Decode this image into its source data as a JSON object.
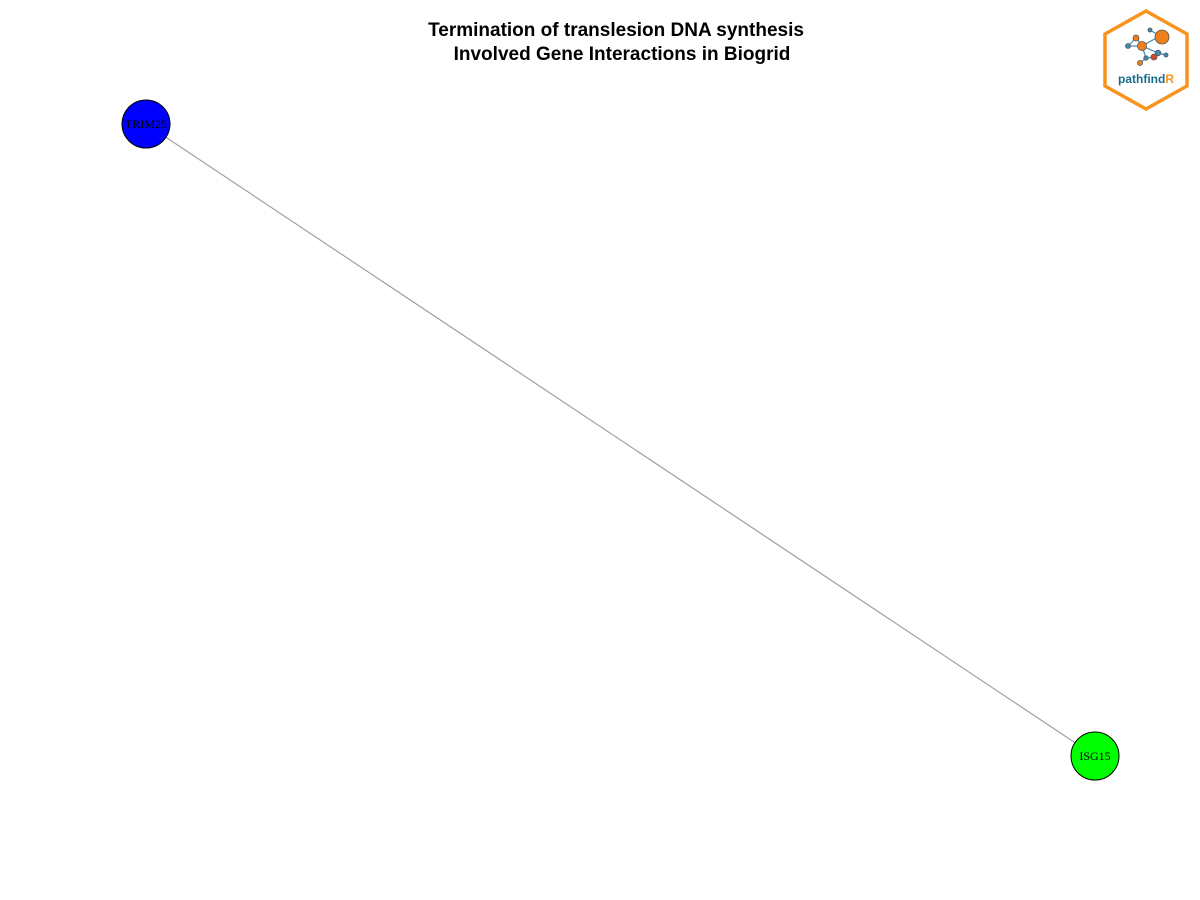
{
  "title": {
    "line1": "Termination of translesion DNA synthesis",
    "line2": "Involved Gene Interactions in Biogrid"
  },
  "graph": {
    "nodes": [
      {
        "id": "TRIM25",
        "label": "TRIM25",
        "color": "#0000ff",
        "label_color": "#000000"
      },
      {
        "id": "ISG15",
        "label": "ISG15",
        "color": "#00ff00",
        "label_color": "#000000"
      }
    ],
    "edges": [
      {
        "source": "TRIM25",
        "target": "ISG15",
        "color": "#a0a0a0"
      }
    ]
  },
  "logo": {
    "text_main": "pathfind",
    "text_accent": "R",
    "colors": {
      "border": "#f7931e",
      "main_text": "#1a6b8a",
      "accent_text": "#f7931e",
      "node_orange": "#f07f1a",
      "node_blue": "#3d8cb8",
      "node_red": "#d9452b",
      "edge": "#3d8cb8"
    }
  }
}
